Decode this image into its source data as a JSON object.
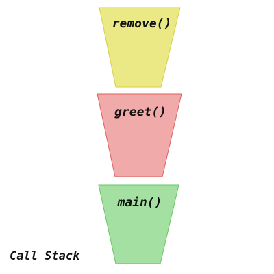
{
  "diagram": {
    "title": "Call Stack",
    "frames": [
      {
        "label": "remove()",
        "fill": "#ebe886",
        "stroke": "#d6d040"
      },
      {
        "label": "greet()",
        "fill": "#f0aaa9",
        "stroke": "#dd5f5f"
      },
      {
        "label": "main()",
        "fill": "#a5e0a3",
        "stroke": "#66c466"
      }
    ],
    "colors": {
      "text": "#111111",
      "background": "#ffffff"
    }
  }
}
